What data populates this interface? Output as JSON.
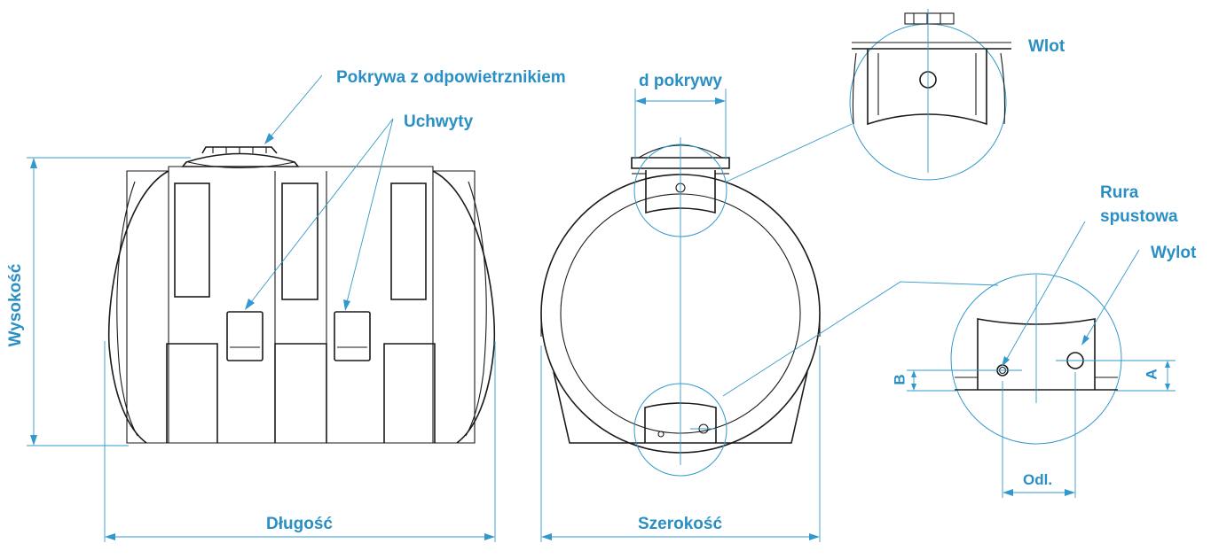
{
  "labels": {
    "lid": "Pokrywa z odpowietrznikiem",
    "handles": "Uchwyty",
    "lid_diameter": "d pokrywy",
    "inlet": "Wlot",
    "drain_pipe_line1": "Rura",
    "drain_pipe_line2": "spustowa",
    "outlet": "Wylot",
    "height": "Wysokość",
    "length": "Długość",
    "width": "Szerokość",
    "distance": "Odl.",
    "dim_a": "A",
    "dim_b": "B"
  },
  "colors": {
    "annotation": "#2a8fc4",
    "outline": "#1a1a1a"
  }
}
